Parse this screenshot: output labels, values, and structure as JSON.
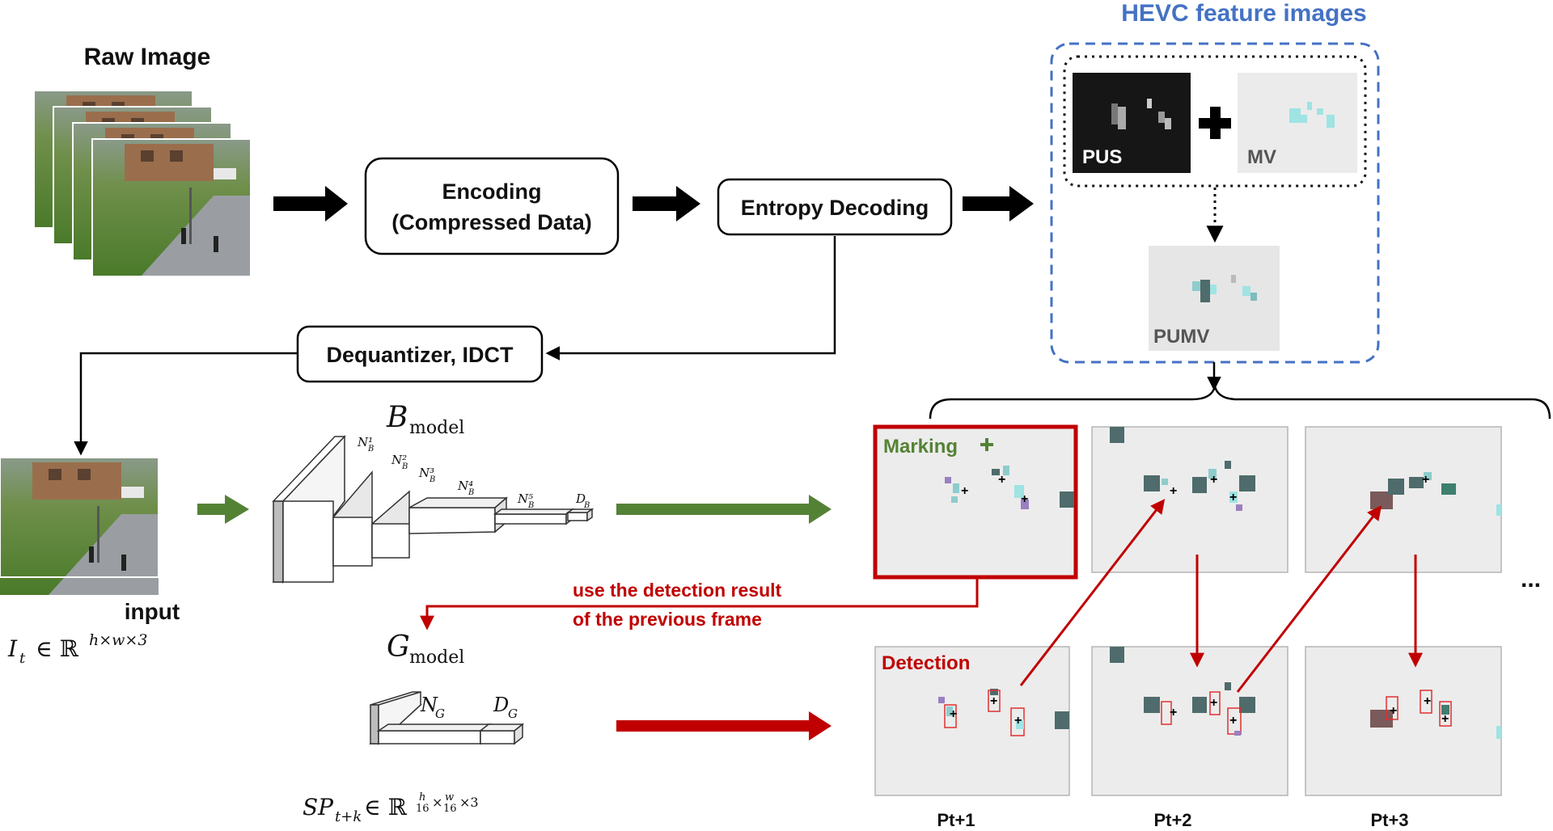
{
  "labels": {
    "raw_image": "Raw Image",
    "encoding_line1": "Encoding",
    "encoding_line2": "(Compressed Data)",
    "entropy_decoding": "Entropy Decoding",
    "dequantizer": "Dequantizer, IDCT",
    "hevc_title": "HEVC feature images",
    "pus": "PUS",
    "mv": "MV",
    "pumv": "PUMV",
    "input": "input",
    "marking": "Marking",
    "detection": "Detection",
    "use_line1": "use the detection result",
    "use_line2": "of the previous frame",
    "ellipsis": "...",
    "pt1": "Pt+1",
    "pt2": "Pt+2",
    "pt3": "Pt+3"
  },
  "math": {
    "input_formula": "I_t ∈ ℝ^{h×w×3}",
    "b_model_base": "B",
    "b_model_sub": "model",
    "g_model_base": "G",
    "g_model_sub": "model",
    "sp_formula": "SP_{t+k} ∈ ℝ^{h/16 × w/16 × 3}",
    "layer_labels": [
      "N¹",
      "N²",
      "N³",
      "N⁴",
      "N⁵",
      "D"
    ],
    "layer_sub": "B",
    "g_layer_labels": [
      "N",
      "D"
    ],
    "g_layer_sub": "G"
  },
  "colors": {
    "blue_title": "#4472c4",
    "green": "#548235",
    "red": "#c00000",
    "panel_bg": "#ececec",
    "block_dark": "#4f6b6b",
    "cyan": "#9fe3e3"
  }
}
